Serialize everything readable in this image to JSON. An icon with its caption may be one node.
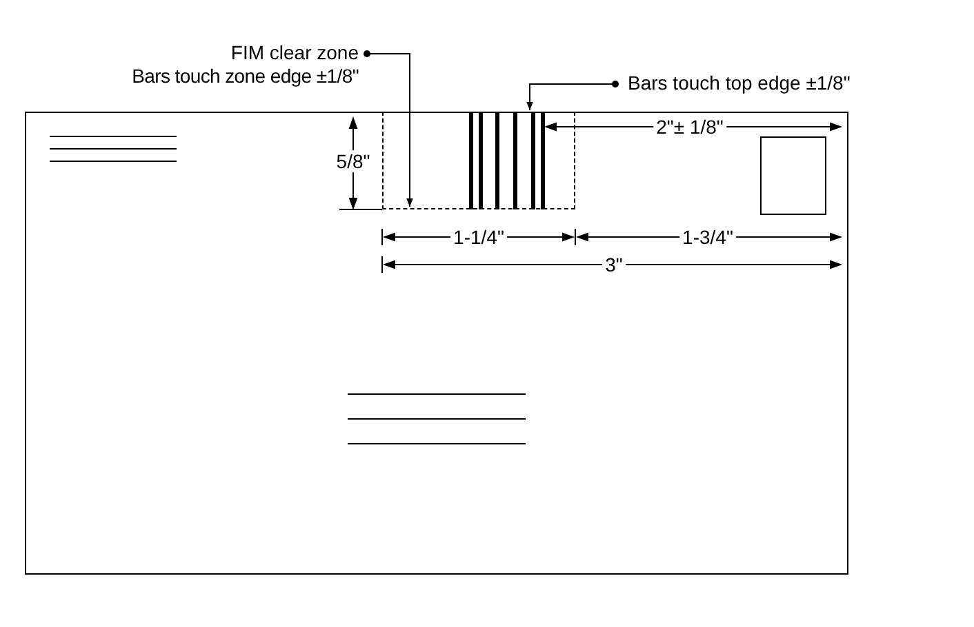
{
  "diagram": {
    "nodes": [
      {
        "text": [
          "FIM clear zone",
          "Bars touch zone edge ±1/8\""
        ]
      },
      {
        "text": [
          "Bars touch top edge ±1/8\""
        ]
      },
      {
        "text": [],
        "shape": "box"
      },
      {
        "text": [],
        "shape": "box",
        "in": 2
      },
      {
        "text": [],
        "shape": "bar",
        "in": 3
      }
    ],
    "edges": [
      {
        "from": 0,
        "to": 3,
        "arrow": "to"
      },
      {
        "from": 1,
        "to": 4,
        "arrow": "to"
      }
    ],
    "labels": [
      "5/8\"",
      "2\"± 1/8\"",
      "1-1/4\"",
      "1-3/4\"",
      "3\""
    ]
  }
}
